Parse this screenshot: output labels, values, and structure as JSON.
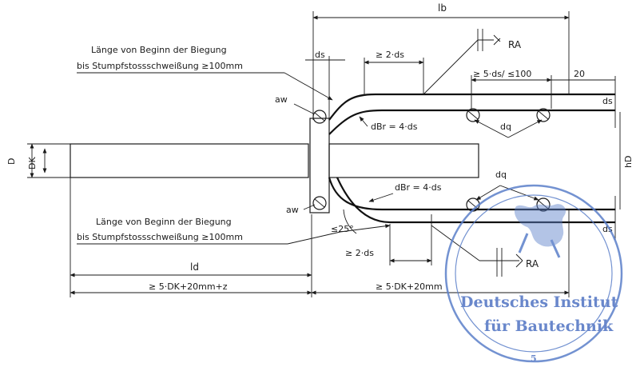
{
  "annotations": {
    "lb": "lb",
    "ds_top": "ds",
    "two_ds_top": "≥ 2·ds",
    "ra_top": "RA",
    "spacing_top": "≥ 5·ds/ ≤100",
    "twenty": "20",
    "ds_right_top": "ds",
    "aw_top": "aw",
    "dbr_top": "dBr = 4·ds",
    "dq_top": "dq",
    "label_top_line1": "Länge von Beginn der Biegung",
    "label_top_line2": "bis Stumpfstossschweißung ≥100mm",
    "D": "D",
    "DK": "DK",
    "hD": "hD",
    "dq_bottom": "dq",
    "dbr_bottom": "dBr = 4·ds",
    "aw_bottom": "aw",
    "label_bottom_line1": "Länge von Beginn der Biegung",
    "label_bottom_line2": "bis Stumpfstossschweißung ≥100mm",
    "angle": "≤25°",
    "ds_right_bottom": "ds",
    "two_ds_bottom": "≥ 2·ds",
    "ra_bottom": "RA",
    "ld": "ld",
    "left_len": "≥ 5·DK+20mm+z",
    "right_len": "≥ 5·DK+20mm"
  },
  "stamp": {
    "line1": "Deutsches Institut",
    "line2": "für Bautechnik",
    "number": "5",
    "color": "#4f73c2"
  }
}
